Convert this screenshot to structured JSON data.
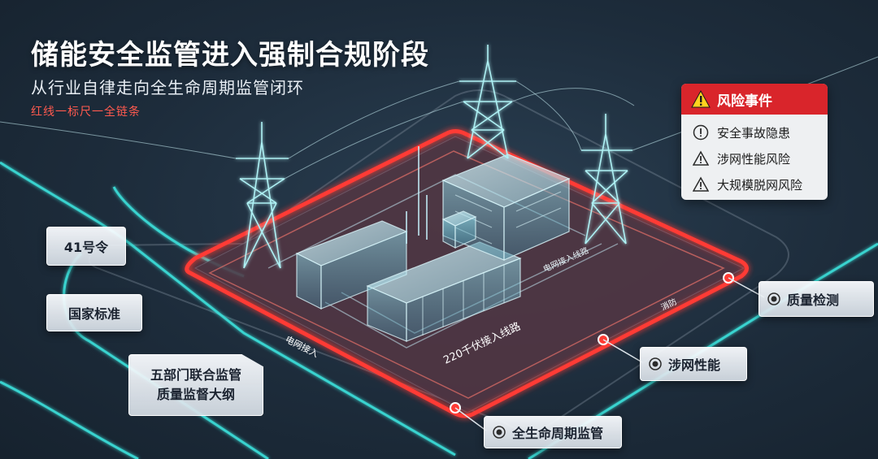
{
  "header": {
    "title": "储能安全监管进入强制合规阶段",
    "subtitle": "从行业自律走向全生命周期监管闭环",
    "tagline": "红线一标尺一全链条"
  },
  "risk_panel": {
    "title": "风险事件",
    "header_icon": "warning-triangle-icon",
    "items": [
      {
        "label": "安全事故隐患",
        "icon": "exclamation-circle-icon"
      },
      {
        "label": "涉网性能风险",
        "icon": "warning-triangle-icon"
      },
      {
        "label": "大规模脱网风险",
        "icon": "warning-triangle-icon"
      }
    ]
  },
  "left_labels": {
    "order": "41号令",
    "national": "国家标准",
    "five_dept": {
      "line1": "五部门联合监管",
      "line2": "质量监督大纲"
    }
  },
  "right_labels": {
    "quality": "质量检测",
    "grid_perf": "涉网性能",
    "lifecycle": "全生命周期监管"
  },
  "plant_labels": {
    "grid_access": "电网接入",
    "fire": "消防",
    "grid_line": "电网接入线路",
    "line_220": "220千伏接入线路"
  },
  "colors": {
    "red_zone": "#ff3b34",
    "cyan_wire": "#3ee6e0",
    "risk_header": "#d9252b",
    "tagline": "#ff5a4f"
  }
}
